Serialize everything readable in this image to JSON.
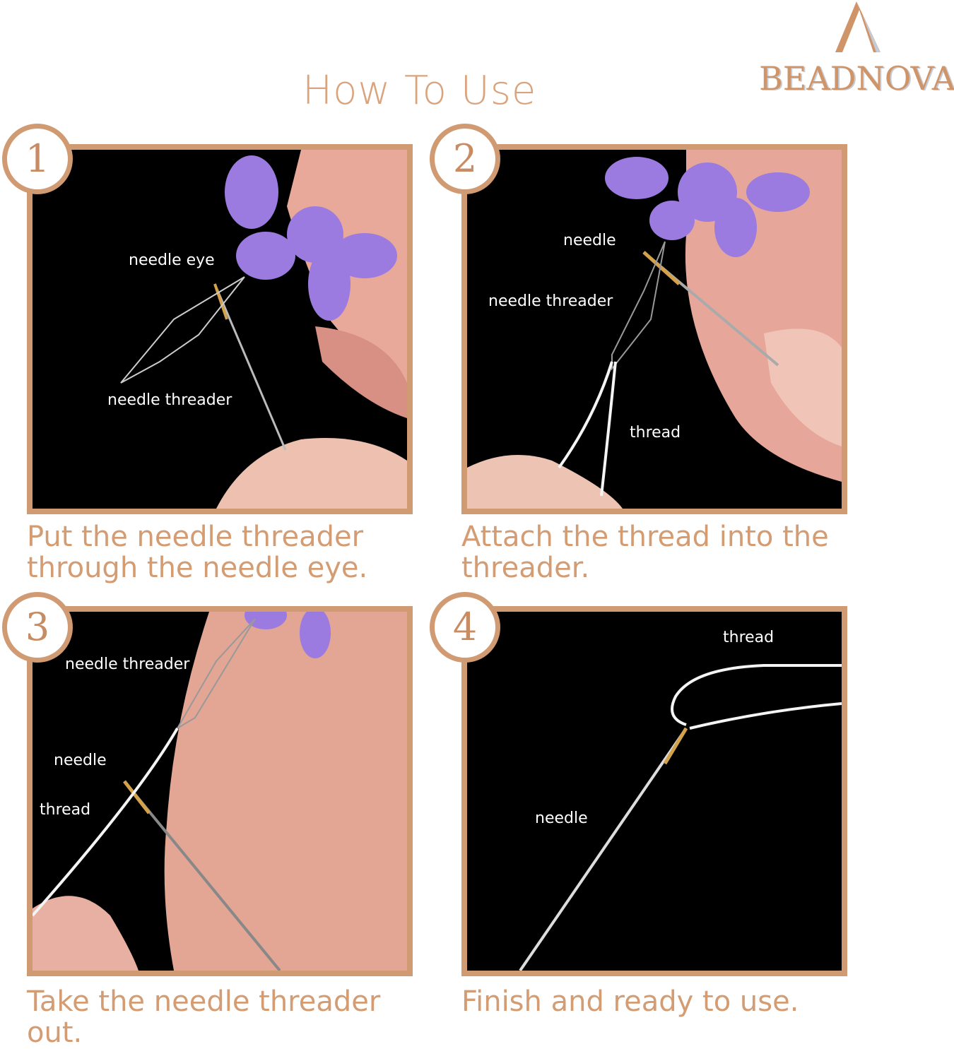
{
  "title": "How To Use",
  "brand": {
    "name": "BEADNOVA",
    "color": "#cf9468"
  },
  "accent_color": "#d09a72",
  "steps": [
    {
      "number": "1",
      "labels": [
        "needle eye",
        "needle threader"
      ],
      "caption_lines": [
        "Put the needle threader",
        "through the needle eye."
      ]
    },
    {
      "number": "2",
      "labels": [
        "needle",
        "needle threader",
        "thread"
      ],
      "caption_lines": [
        "Attach the thread into the",
        "threader."
      ]
    },
    {
      "number": "3",
      "labels": [
        "needle threader",
        "needle",
        "thread"
      ],
      "caption_lines": [
        "Take the needle threader",
        "out."
      ]
    },
    {
      "number": "4",
      "labels": [
        "thread",
        "needle"
      ],
      "caption_lines": [
        "Finish and ready to use."
      ]
    }
  ]
}
